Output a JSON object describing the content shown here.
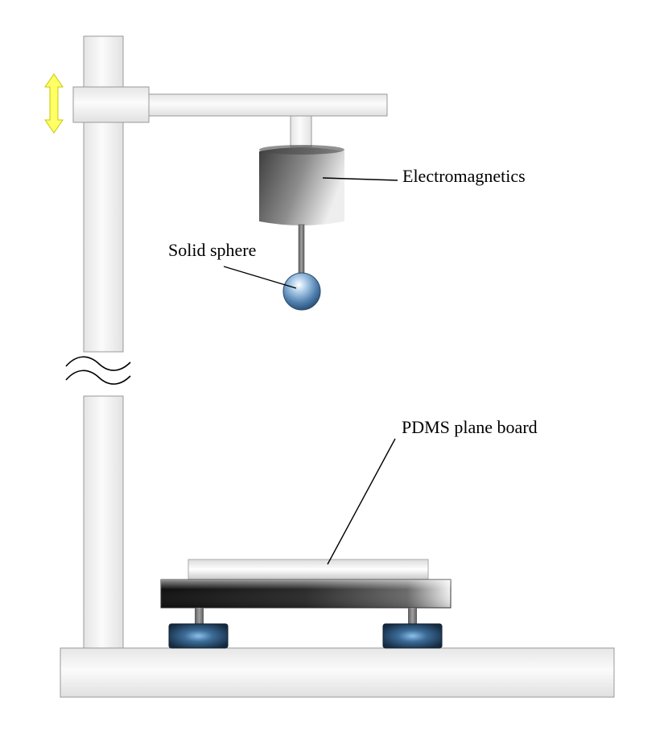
{
  "diagram": {
    "labels": {
      "electromagnet": "Electromagnetics",
      "sphere": "Solid sphere",
      "board": "PDMS plane board"
    },
    "colors": {
      "pipe_fill": "#f2f2f2",
      "pipe_stroke": "#9a9a9a",
      "arrow_fill": "#ffff66",
      "arrow_stroke": "#c8c800",
      "magnet_dark": "#4a4a4a",
      "magnet_light": "#e0e0e0",
      "sphere_base": "#3f6f9f",
      "foot_base": "#1f3c5a",
      "foot_highlight": "#7fb3de"
    }
  }
}
